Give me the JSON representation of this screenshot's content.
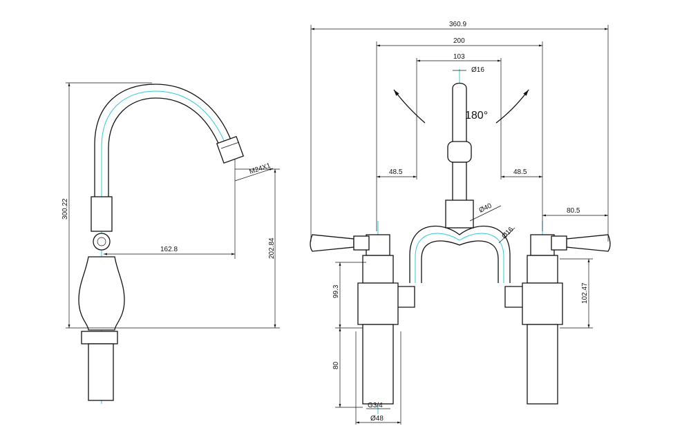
{
  "side_view": {
    "height_total": "300.22",
    "thread": "M24X1",
    "reach": "162.8",
    "outlet_height": "202.84"
  },
  "front_view": {
    "overall_width": "360.9",
    "centres": "200",
    "spout_width": "103",
    "spout_diameter": "Ø16",
    "swivel_angle": "180°",
    "left_offset": "48.5",
    "right_offset": "48.5",
    "lever_length": "80.5",
    "bridge_diameter": "Ø40",
    "bridge_tube_diameter": "Ø16",
    "left_valve_height": "99.3",
    "right_valve_height": "102.47",
    "shank_length": "80",
    "shank_thread": "G3/4",
    "base_diameter": "Ø48"
  }
}
